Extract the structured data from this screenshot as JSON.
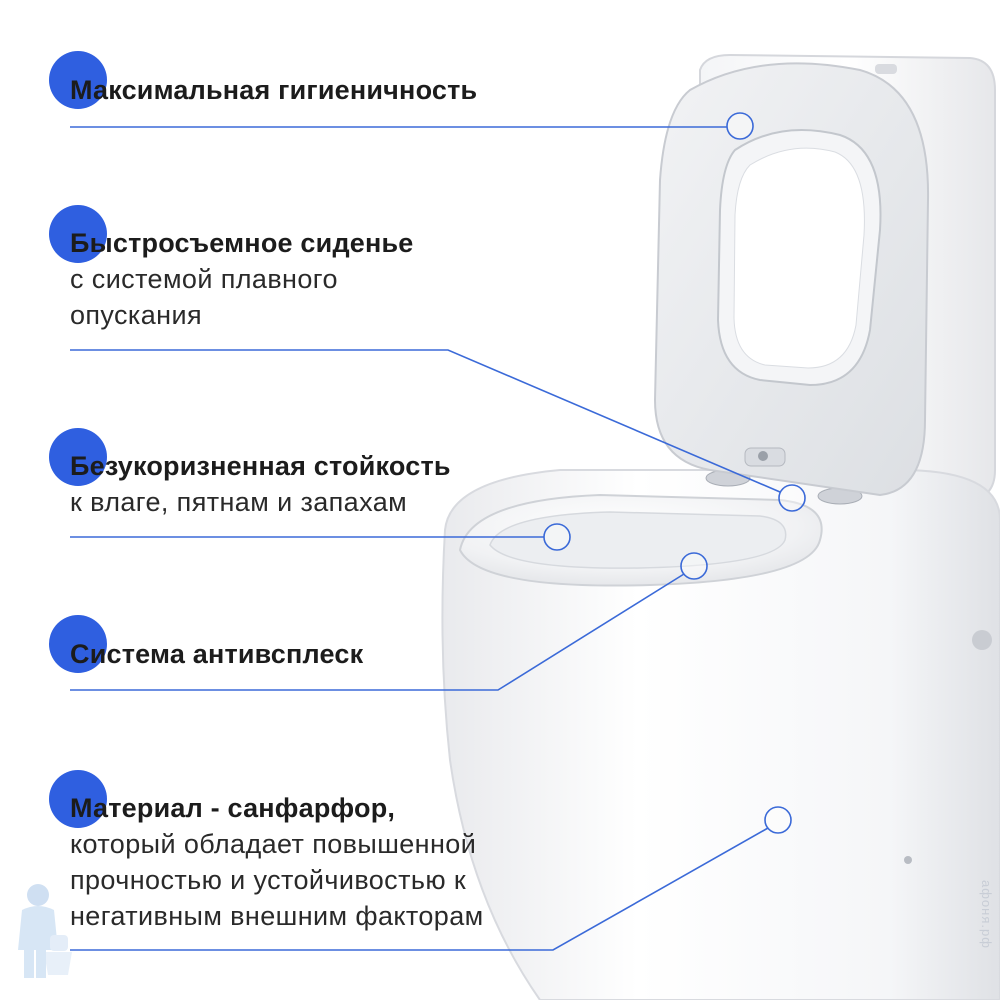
{
  "features": [
    {
      "title": "Максимальная гигиеничность",
      "desc": []
    },
    {
      "title": "Быстросъемное сиденье",
      "desc": [
        "с системой плавного",
        "опускания"
      ]
    },
    {
      "title": "Безукоризненная стойкость",
      "desc": [
        "к влаге, пятнам и запахам"
      ]
    },
    {
      "title": "Система антивсплеск",
      "desc": []
    },
    {
      "title": "Материал - санфарфор,",
      "desc": [
        "который обладает повышенной",
        "прочностью и устойчивостью к",
        "негативным внешним факторам"
      ]
    }
  ],
  "watermark": "афоня.рф",
  "colors": {
    "accent": "#2f5fe0",
    "line": "#3b6ad8",
    "text": "#1c1c1c"
  }
}
